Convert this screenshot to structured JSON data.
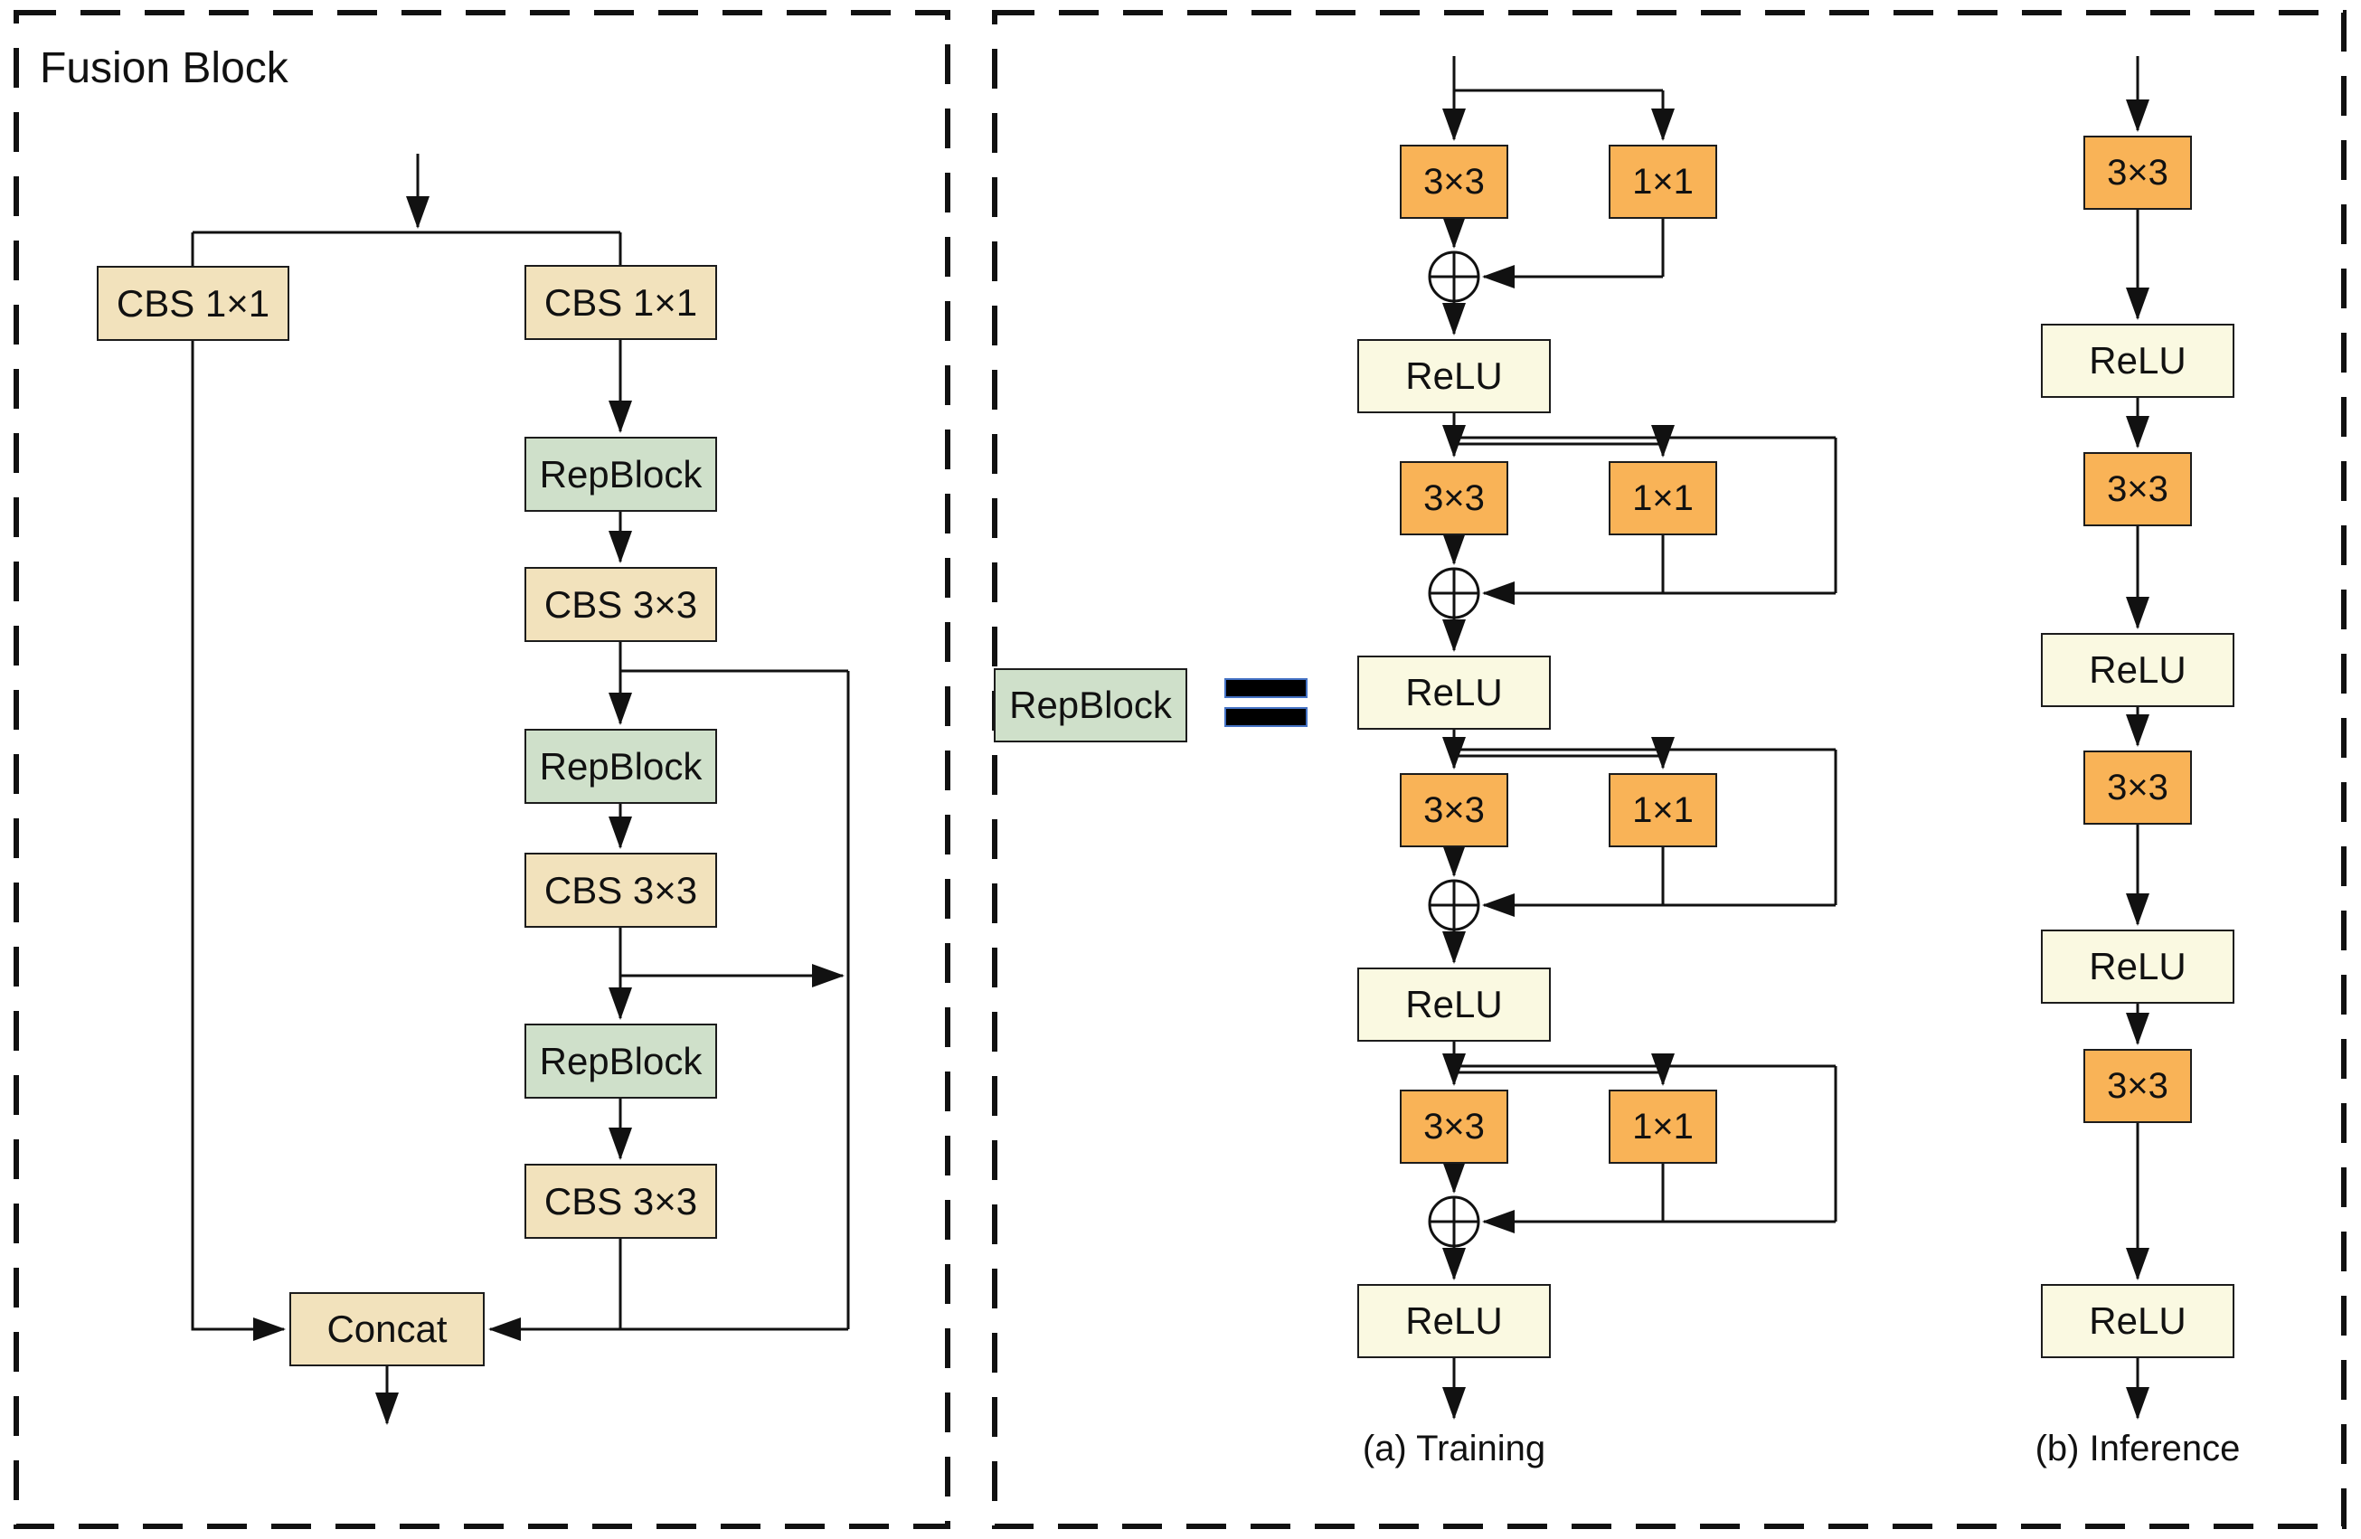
{
  "figure": {
    "left_panel": {
      "title": "Fusion Block",
      "nodes": {
        "cbs1_left": "CBS 1×1",
        "cbs1_right": "CBS 1×1",
        "rep1": "RepBlock",
        "cbs33_1": "CBS 3×3",
        "rep2": "RepBlock",
        "cbs33_2": "CBS 3×3",
        "rep3": "RepBlock",
        "cbs33_3": "CBS 3×3",
        "concat": "Concat"
      }
    },
    "right_panel": {
      "legend_label": "RepBlock",
      "equals_symbol": "=",
      "add_junction_symbol": "⊕",
      "training": {
        "caption": "(a) Training",
        "stages": [
          {
            "conv3": "3×3",
            "conv1": "1×1",
            "relu": "ReLU"
          },
          {
            "conv3": "3×3",
            "conv1": "1×1",
            "relu": "ReLU"
          },
          {
            "conv3": "3×3",
            "conv1": "1×1",
            "relu": "ReLU"
          },
          {
            "conv3": "3×3",
            "conv1": "1×1",
            "relu": "ReLU"
          }
        ]
      },
      "inference": {
        "caption": "(b) Inference",
        "stages": [
          {
            "conv": "3×3",
            "relu": "ReLU"
          },
          {
            "conv": "3×3",
            "relu": "ReLU"
          },
          {
            "conv": "3×3",
            "relu": "ReLU"
          },
          {
            "conv": "3×3",
            "relu": "ReLU"
          }
        ]
      }
    },
    "colors": {
      "cbs_concat_fill": "#F2E2BC",
      "repblock_fill": "#CFE0CA",
      "conv_fill": "#F9B357",
      "relu_fill": "#FAF9E1",
      "equals_border": "#4472C4",
      "line": "#111111"
    }
  }
}
